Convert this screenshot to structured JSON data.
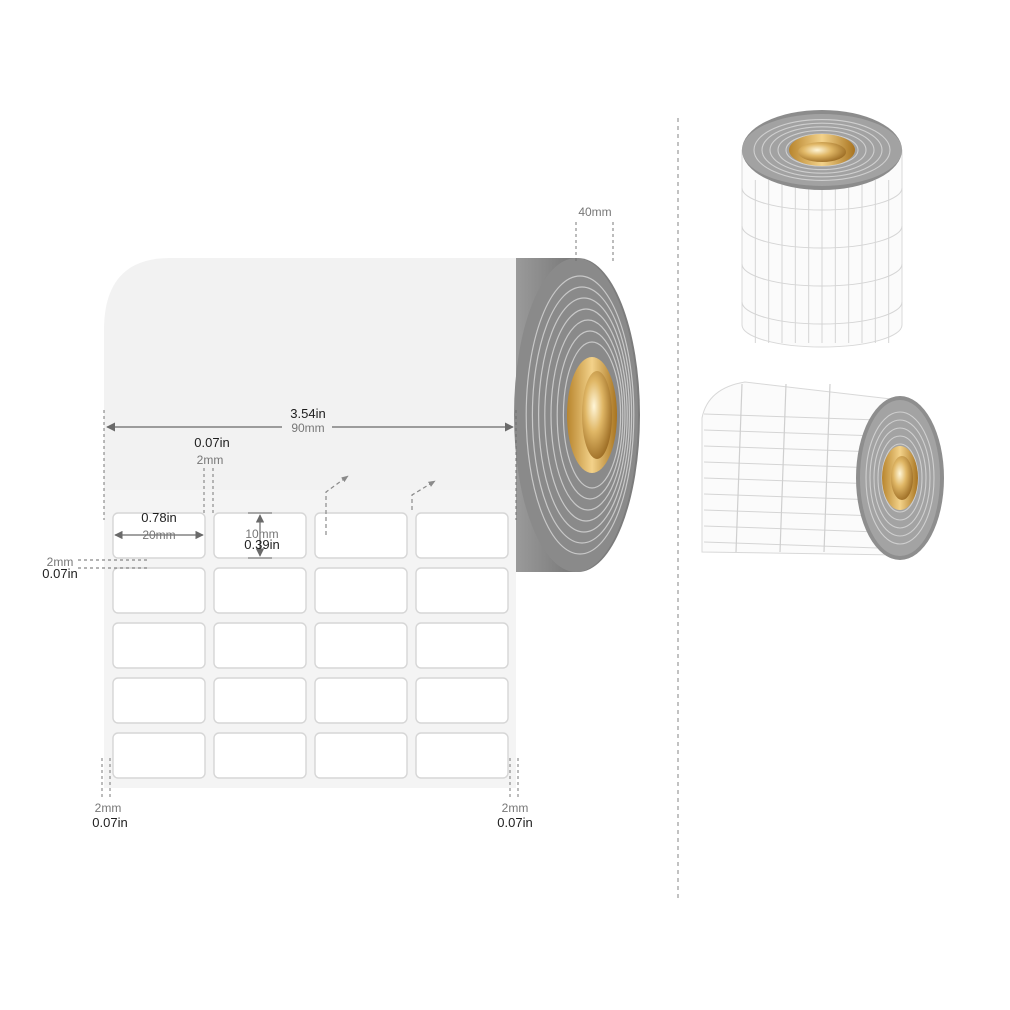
{
  "roll_width": {
    "inch": "3.54in",
    "mm": "90mm"
  },
  "label_gap_top": {
    "inch": "0.07in",
    "mm": "2mm"
  },
  "label_width": {
    "inch": "0.78in",
    "mm": "20mm"
  },
  "label_height": {
    "inch": "0.39in",
    "mm": "10mm"
  },
  "row_gap": {
    "inch": "0.07in",
    "mm": "2mm"
  },
  "left_margin": {
    "inch": "0.07in",
    "mm": "2mm"
  },
  "right_margin": {
    "inch": "0.07in",
    "mm": "2mm"
  },
  "core_diameter": {
    "mm": "40mm"
  },
  "label_grid": {
    "columns": 4,
    "rows": 5
  },
  "colors": {
    "paper": "#f3f3f3",
    "label_outline": "#d6d6d6",
    "roll_edge": "#8a8a8a",
    "roll_ring": "#d2d2d2",
    "core_gold": "#c69a45",
    "dim_line": "#6a6a6a"
  }
}
